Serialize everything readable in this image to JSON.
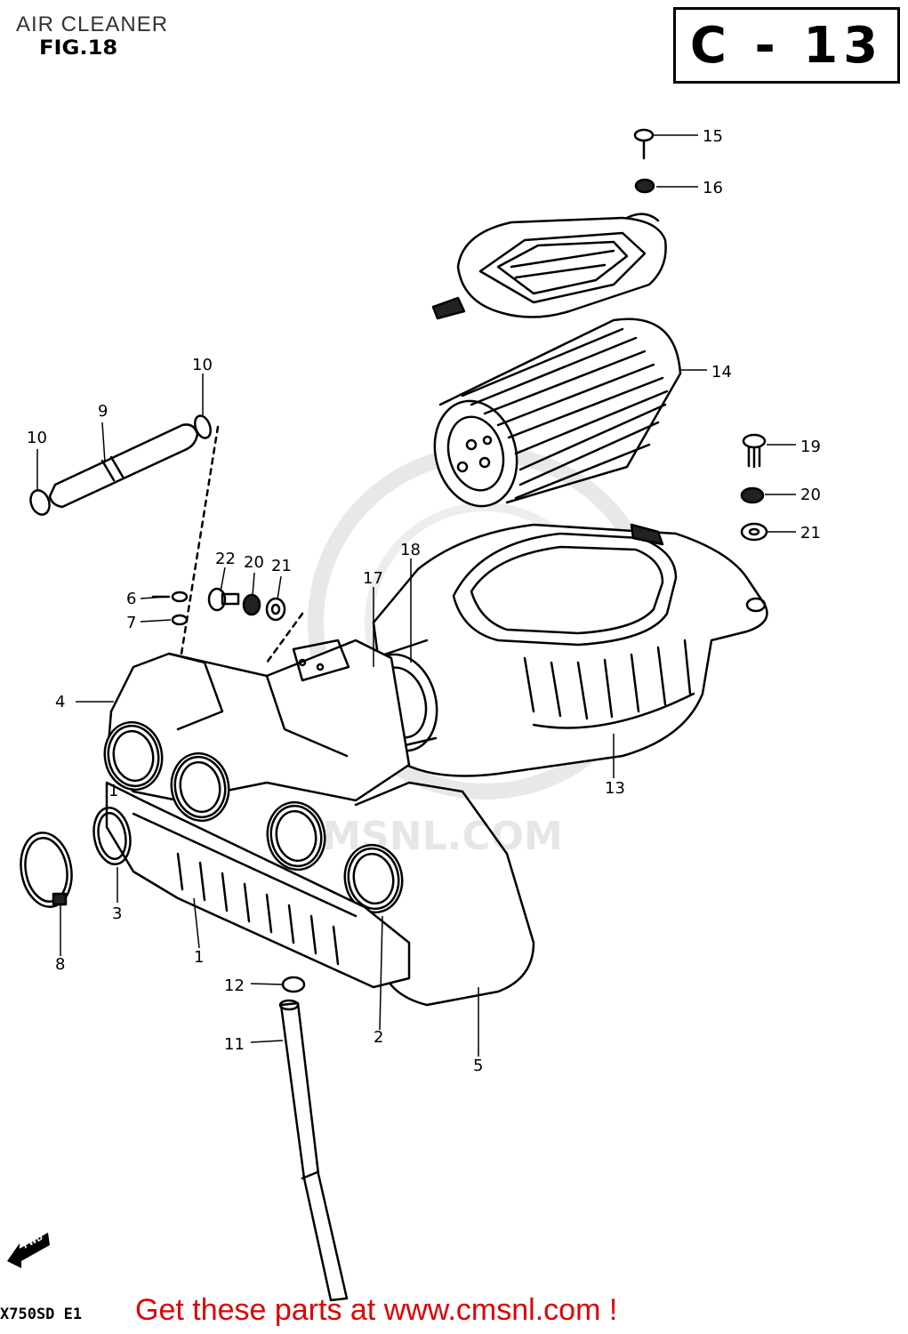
{
  "header": {
    "title": "AIR CLEANER",
    "figure": "FIG.18",
    "page_code": "C - 13"
  },
  "watermark": {
    "text": "CMSNL.COM"
  },
  "footer": {
    "model": "X750SD E1",
    "link_text": "Get these parts at www.cmsnl.com !",
    "link_color": "#e00000"
  },
  "fwd_label": "FWD",
  "callouts": {
    "c1": "1",
    "c1b": "1",
    "c2": "2",
    "c3": "3",
    "c4": "4",
    "c5": "5",
    "c6": "6",
    "c7": "7",
    "c8": "8",
    "c9": "9",
    "c10a": "10",
    "c10b": "10",
    "c11": "11",
    "c12": "12",
    "c13": "13",
    "c14": "14",
    "c15": "15",
    "c16": "16",
    "c17": "17",
    "c18": "18",
    "c19": "19",
    "c20a": "20",
    "c20b": "20",
    "c21a": "21",
    "c21b": "21",
    "c22": "22"
  }
}
